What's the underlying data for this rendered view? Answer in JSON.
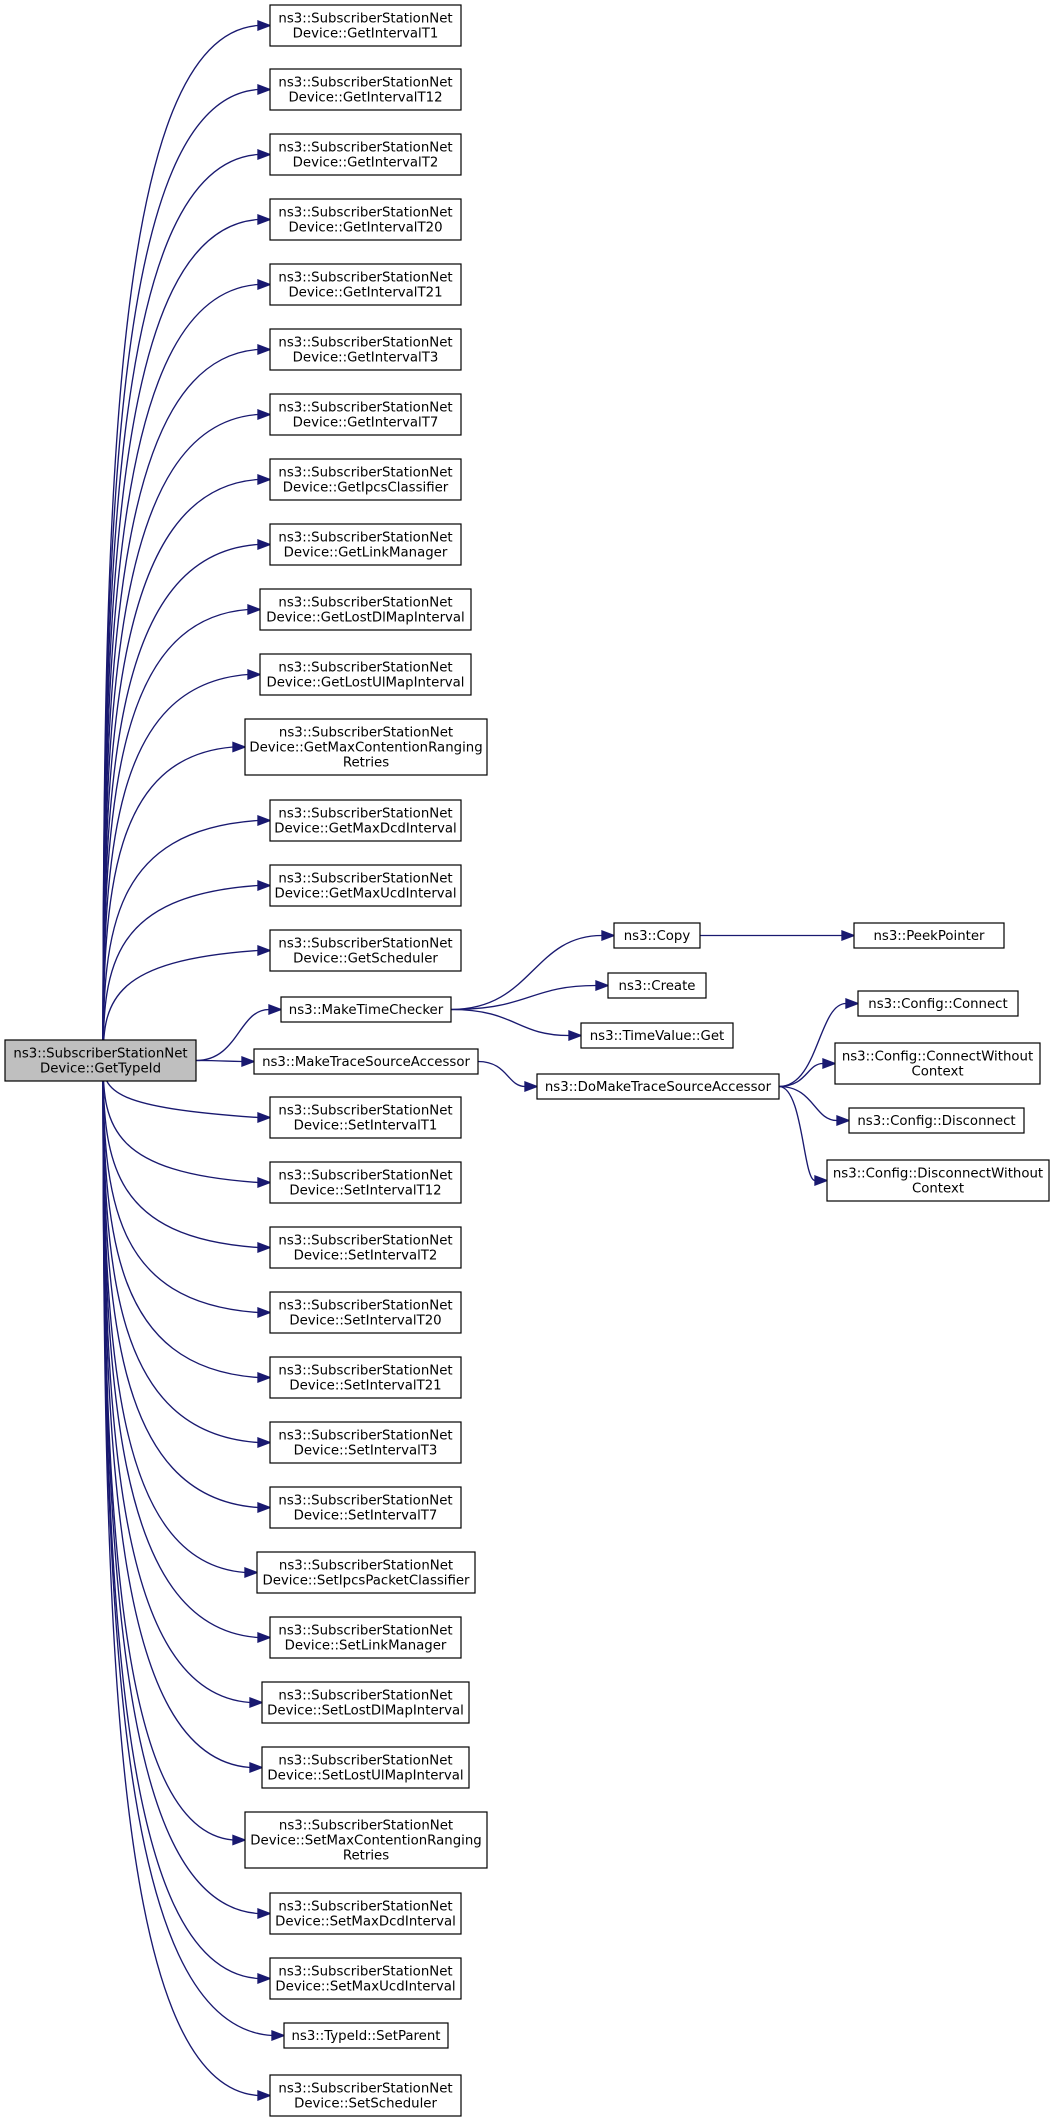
{
  "graph": {
    "edge_color": "#191970",
    "root_fill": "#bfbfbf",
    "nodes": [
      {
        "id": "root",
        "lines": [
          "ns3::SubscriberStationNet",
          "Device::GetTypeId"
        ],
        "root": true
      },
      {
        "id": "n1",
        "lines": [
          "ns3::SubscriberStationNet",
          "Device::GetIntervalT1"
        ]
      },
      {
        "id": "n2",
        "lines": [
          "ns3::SubscriberStationNet",
          "Device::GetIntervalT12"
        ]
      },
      {
        "id": "n3",
        "lines": [
          "ns3::SubscriberStationNet",
          "Device::GetIntervalT2"
        ]
      },
      {
        "id": "n4",
        "lines": [
          "ns3::SubscriberStationNet",
          "Device::GetIntervalT20"
        ]
      },
      {
        "id": "n5",
        "lines": [
          "ns3::SubscriberStationNet",
          "Device::GetIntervalT21"
        ]
      },
      {
        "id": "n6",
        "lines": [
          "ns3::SubscriberStationNet",
          "Device::GetIntervalT3"
        ]
      },
      {
        "id": "n7",
        "lines": [
          "ns3::SubscriberStationNet",
          "Device::GetIntervalT7"
        ]
      },
      {
        "id": "n8",
        "lines": [
          "ns3::SubscriberStationNet",
          "Device::GetIpcsClassifier"
        ]
      },
      {
        "id": "n9",
        "lines": [
          "ns3::SubscriberStationNet",
          "Device::GetLinkManager"
        ]
      },
      {
        "id": "n10",
        "lines": [
          "ns3::SubscriberStationNet",
          "Device::GetLostDlMapInterval"
        ]
      },
      {
        "id": "n11",
        "lines": [
          "ns3::SubscriberStationNet",
          "Device::GetLostUlMapInterval"
        ]
      },
      {
        "id": "n12",
        "lines": [
          "ns3::SubscriberStationNet",
          "Device::GetMaxContentionRanging",
          "Retries"
        ]
      },
      {
        "id": "n13",
        "lines": [
          "ns3::SubscriberStationNet",
          "Device::GetMaxDcdInterval"
        ]
      },
      {
        "id": "n14",
        "lines": [
          "ns3::SubscriberStationNet",
          "Device::GetMaxUcdInterval"
        ]
      },
      {
        "id": "n15",
        "lines": [
          "ns3::SubscriberStationNet",
          "Device::GetScheduler"
        ]
      },
      {
        "id": "n16",
        "lines": [
          "ns3::MakeTimeChecker"
        ]
      },
      {
        "id": "n17",
        "lines": [
          "ns3::MakeTraceSourceAccessor"
        ]
      },
      {
        "id": "n18",
        "lines": [
          "ns3::SubscriberStationNet",
          "Device::SetIntervalT1"
        ]
      },
      {
        "id": "n19",
        "lines": [
          "ns3::SubscriberStationNet",
          "Device::SetIntervalT12"
        ]
      },
      {
        "id": "n20",
        "lines": [
          "ns3::SubscriberStationNet",
          "Device::SetIntervalT2"
        ]
      },
      {
        "id": "n21",
        "lines": [
          "ns3::SubscriberStationNet",
          "Device::SetIntervalT20"
        ]
      },
      {
        "id": "n22",
        "lines": [
          "ns3::SubscriberStationNet",
          "Device::SetIntervalT21"
        ]
      },
      {
        "id": "n23",
        "lines": [
          "ns3::SubscriberStationNet",
          "Device::SetIntervalT3"
        ]
      },
      {
        "id": "n24",
        "lines": [
          "ns3::SubscriberStationNet",
          "Device::SetIntervalT7"
        ]
      },
      {
        "id": "n25",
        "lines": [
          "ns3::SubscriberStationNet",
          "Device::SetIpcsPacketClassifier"
        ]
      },
      {
        "id": "n26",
        "lines": [
          "ns3::SubscriberStationNet",
          "Device::SetLinkManager"
        ]
      },
      {
        "id": "n27",
        "lines": [
          "ns3::SubscriberStationNet",
          "Device::SetLostDlMapInterval"
        ]
      },
      {
        "id": "n28",
        "lines": [
          "ns3::SubscriberStationNet",
          "Device::SetLostUlMapInterval"
        ]
      },
      {
        "id": "n29",
        "lines": [
          "ns3::SubscriberStationNet",
          "Device::SetMaxContentionRanging",
          "Retries"
        ]
      },
      {
        "id": "n30",
        "lines": [
          "ns3::SubscriberStationNet",
          "Device::SetMaxDcdInterval"
        ]
      },
      {
        "id": "n31",
        "lines": [
          "ns3::SubscriberStationNet",
          "Device::SetMaxUcdInterval"
        ]
      },
      {
        "id": "n32",
        "lines": [
          "ns3::TypeId::SetParent"
        ]
      },
      {
        "id": "n33",
        "lines": [
          "ns3::SubscriberStationNet",
          "Device::SetScheduler"
        ]
      },
      {
        "id": "copy",
        "lines": [
          "ns3::Copy"
        ]
      },
      {
        "id": "create",
        "lines": [
          "ns3::Create"
        ]
      },
      {
        "id": "tvget",
        "lines": [
          "ns3::TimeValue::Get"
        ]
      },
      {
        "id": "peek",
        "lines": [
          "ns3::PeekPointer"
        ]
      },
      {
        "id": "domake",
        "lines": [
          "ns3::DoMakeTraceSourceAccessor"
        ]
      },
      {
        "id": "connect",
        "lines": [
          "ns3::Config::Connect"
        ]
      },
      {
        "id": "connectwc",
        "lines": [
          "ns3::Config::ConnectWithout",
          "Context"
        ]
      },
      {
        "id": "disconnect",
        "lines": [
          "ns3::Config::Disconnect"
        ]
      },
      {
        "id": "disconnectwc",
        "lines": [
          "ns3::Config::DisconnectWithout",
          "Context"
        ]
      }
    ]
  }
}
